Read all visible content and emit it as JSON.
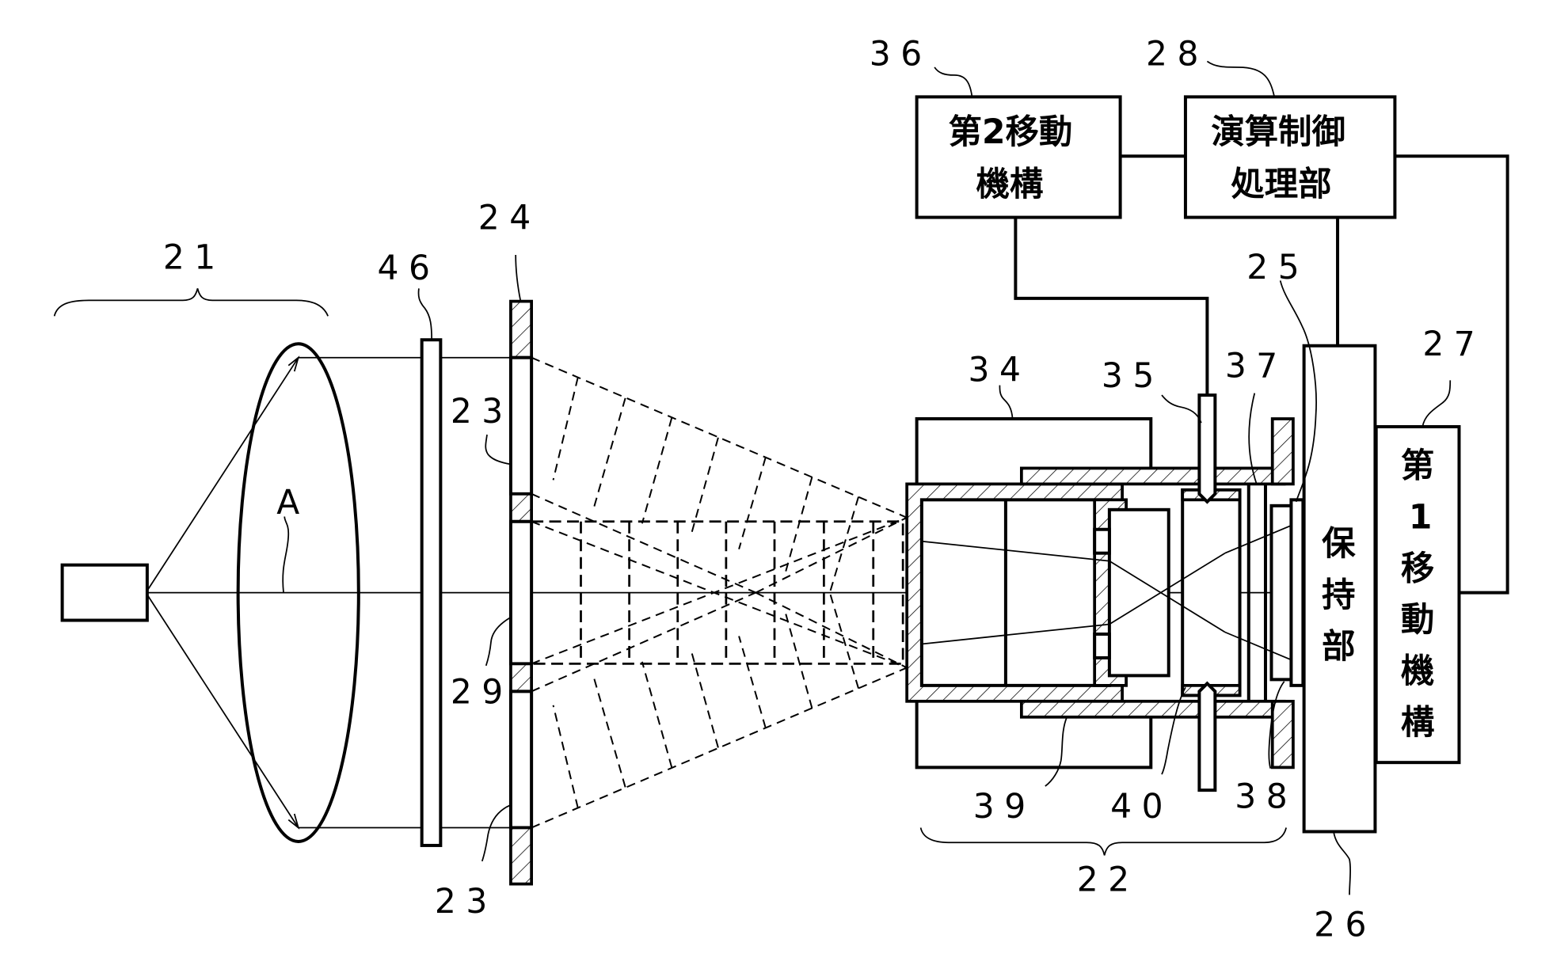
{
  "figure": {
    "type": "patent-diagram",
    "blocks": {
      "second_moving_mechanism": {
        "line1": "第2移動",
        "line2": "機構"
      },
      "arithmetic_control_unit": {
        "line1": "演算制御",
        "line2": "処理部"
      },
      "holding_unit": {
        "chars": [
          "保",
          "持",
          "部"
        ]
      },
      "first_moving_mechanism": {
        "chars": [
          "第",
          "1",
          "移",
          "動",
          "機",
          "構"
        ]
      }
    },
    "annotations": {
      "angle_label": "A"
    },
    "reference_numerals": {
      "r21": "21",
      "r22": "22",
      "r23_top": "23",
      "r23_bottom": "23",
      "r24": "24",
      "r25": "25",
      "r26": "26",
      "r27": "27",
      "r28": "28",
      "r29": "29",
      "r34": "34",
      "r35": "35",
      "r36": "36",
      "r37": "37",
      "r38": "38",
      "r39": "39",
      "r40": "40",
      "r46": "46"
    }
  }
}
